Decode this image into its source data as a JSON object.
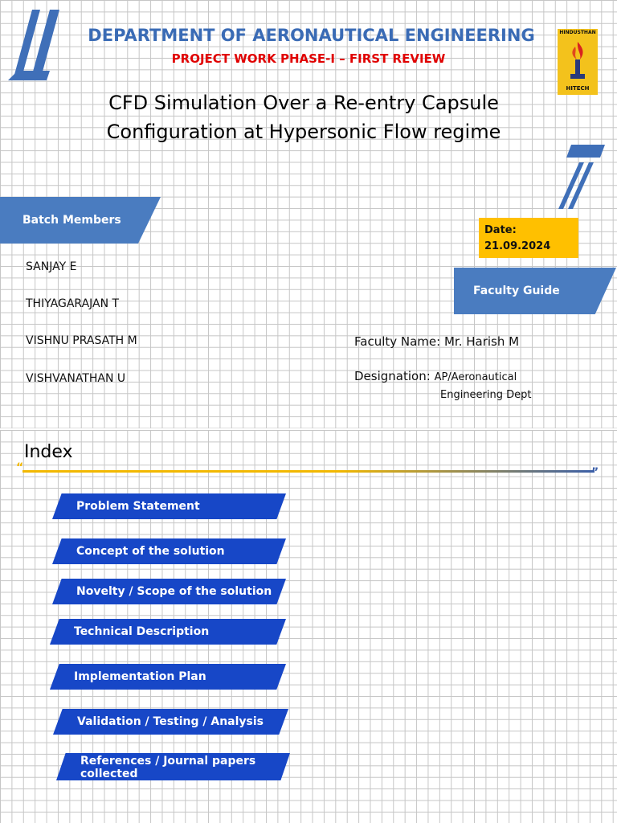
{
  "header": {
    "department": "DEPARTMENT OF AERONAUTICAL ENGINEERING",
    "review": "PROJECT WORK PHASE-I – FIRST REVIEW",
    "title_line1": "CFD Simulation Over a Re-entry Capsule",
    "title_line2": "Configuration at Hypersonic Flow regime",
    "logo_text_top": "HINDUSTHAN",
    "logo_text_bottom": "HITECH"
  },
  "batch": {
    "label": "Batch Members",
    "members": [
      "SANJAY E",
      "THIYAGARAJAN T",
      "VISHNU PRASATH M",
      "VISHVANATHAN U"
    ]
  },
  "date": {
    "label": "Date:",
    "value": "21.09.2024"
  },
  "guide": {
    "label": "Faculty Guide",
    "name_label": "Faculty Name:",
    "name": "Mr. Harish M",
    "designation_label": "Designation:",
    "designation_line1": "AP/Aeronautical",
    "designation_line2": "Engineering Dept"
  },
  "index": {
    "title": "Index",
    "items": [
      "Problem Statement",
      "Concept of the solution",
      "Novelty / Scope of the solution",
      "Technical Description",
      "Implementation Plan",
      "Validation / Testing / Analysis",
      "References / Journal papers collected"
    ]
  },
  "colors": {
    "accent_blue": "#4a7cc0",
    "index_blue": "#1747c7",
    "date_yellow": "#ffc000",
    "review_red": "#e00000",
    "dept_blue": "#3a6bb5"
  }
}
